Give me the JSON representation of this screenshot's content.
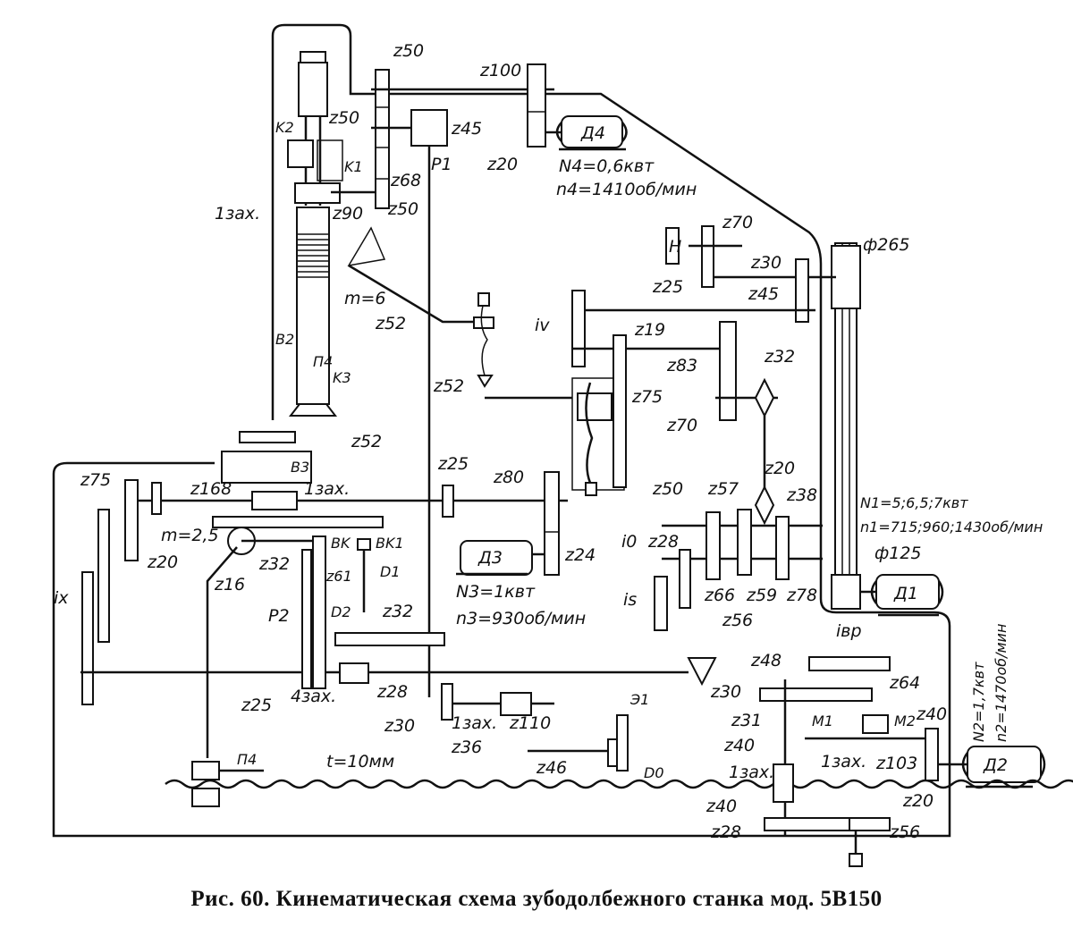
{
  "caption": "Рис. 60. Кинематическая схема зубодолбежного станка мод. 5В150",
  "motors": {
    "d1": {
      "name": "Д1",
      "power": "N1=5;6,5;7квт",
      "speed": "n1=715;960;1430об/мин",
      "pulley_large": "ф265",
      "pulley_small": "ф125"
    },
    "d2": {
      "name": "Д2",
      "power": "N2=1,7квт",
      "speed": "n2=1470об/мин"
    },
    "d3": {
      "name": "Д3",
      "power": "N3=1квт",
      "speed": "n3=930об/мин"
    },
    "d4": {
      "name": "Д4",
      "power": "N4=0,6квт",
      "speed": "n4=1410об/мин"
    }
  },
  "labels": {
    "top": {
      "z50a": "z50",
      "z50b": "z50",
      "z68": "z68",
      "z50c": "z50",
      "z100": "z100",
      "z20": "z20",
      "z45": "z45",
      "p1": "P1",
      "k2": "K2",
      "k1": "K1",
      "z90": "z90",
      "zax1": "1зах."
    },
    "spindle": {
      "m6": "m=6",
      "b2": "B2",
      "p_arrow": "П4",
      "k3": "K3",
      "z52a": "z52",
      "z52b": "z52",
      "z52c": "z52"
    },
    "speed_box": {
      "h": "H",
      "z70a": "z70",
      "z25": "z25",
      "z30": "z30",
      "z45": "z45",
      "iv": "iv",
      "z19": "z19",
      "z83": "z83",
      "z75": "z75",
      "z70b": "z70",
      "z32": "z32"
    },
    "table": {
      "b3": "B3",
      "z168": "z168",
      "zax": "1зах.",
      "z75": "z75",
      "m25": "m=2,5",
      "z20": "z20",
      "ix": "ix",
      "z16": "z16",
      "z32": "z32",
      "bk": "BK",
      "bk1": "BK1",
      "z61": "z61",
      "d1": "D1",
      "d2": "D2",
      "p2": "P2",
      "z32b": "z32",
      "z25b": "z25",
      "zax4": "4зах.",
      "z28": "z28"
    },
    "center": {
      "z25": "z25",
      "z80": "z80",
      "z24": "z24"
    },
    "feed_box": {
      "i0": "i0",
      "z28": "z28",
      "z50": "z50",
      "z57": "z57",
      "z20": "z20",
      "z38": "z38",
      "z66": "z66",
      "z59": "z59",
      "z78": "z78",
      "is": "is",
      "z56": "z56"
    },
    "bottom": {
      "t10": "t=10мм",
      "p4": "П4",
      "z30": "z30",
      "zax": "1зах.",
      "z110": "z110",
      "z36": "z36",
      "z46": "z46",
      "e1": "Э1",
      "d0": "D0"
    },
    "rapid": {
      "ivr": "iвр",
      "z48": "z48",
      "z64": "z64",
      "z30": "z30",
      "z31": "z31",
      "m1": "M1",
      "m2": "M2",
      "z40a": "z40",
      "z40b": "z40",
      "z40c": "z40",
      "zax1": "1зах.",
      "zax2": "1зах.",
      "z103": "z103",
      "z20": "z20",
      "z28": "z28",
      "z56": "z56"
    }
  }
}
